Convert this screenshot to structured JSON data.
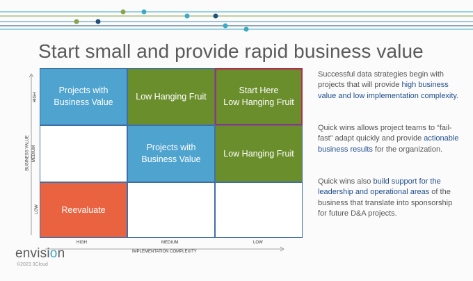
{
  "title": "Start small and provide rapid business value",
  "matrix": {
    "y_axis_title": "BUSINESS VALUE",
    "x_axis_title": "IMPLEMENTATION COMPLEXITY",
    "y_ticks": [
      "HIGH",
      "MEDIUM",
      "LOW"
    ],
    "x_ticks": [
      "HIGH",
      "MEDIUM",
      "LOW"
    ],
    "cells": {
      "r0c0": "Projects with Business Value",
      "r0c1": "Low Hanging Fruit",
      "r0c2_line1": "Start Here",
      "r0c2_line2": "Low Hanging Fruit",
      "r1c1": "Projects with Business Value",
      "r1c2": "Low Hanging Fruit",
      "r2c0": "Reevaluate"
    },
    "colors": {
      "blue": "#4fa3cf",
      "green": "#6b8e2d",
      "red": "#ea6341",
      "highlight_border": "#b12e4d"
    }
  },
  "paragraphs": {
    "p1_a": "Successful data strategies begin with projects that will provide ",
    "p1_hl": "high business value and low implementation complexity",
    "p1_b": ".",
    "p2_a": "Quick wins allows project teams to “fail-fast” adapt quickly and provide ",
    "p2_hl": "actionable business results",
    "p2_b": " for the organization.",
    "p3_a": "Quick wins also ",
    "p3_hl": "build support for the leadership and operational areas",
    "p3_b": " of the business that translate into sponsorship for future D&A projects."
  },
  "footer": {
    "brand_pre": "envisi",
    "brand_o": "o",
    "brand_post": "n",
    "copyright": "©2023 3Cloud"
  }
}
